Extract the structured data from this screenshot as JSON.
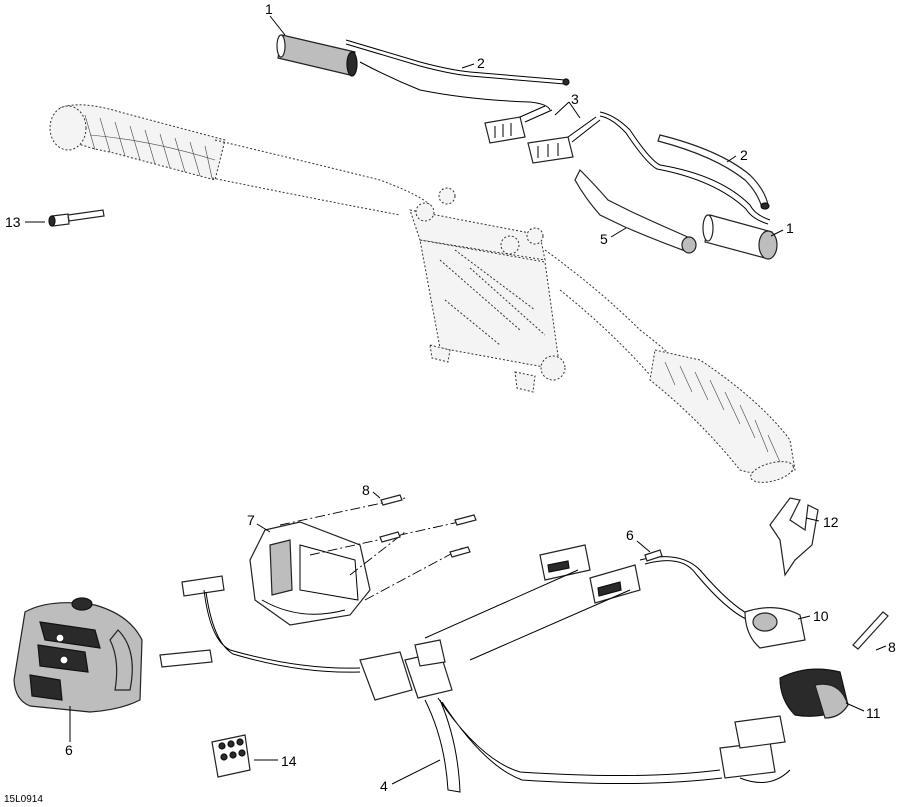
{
  "callouts": {
    "c1_top": "1",
    "c2_top": "2",
    "c3": "3",
    "c2_right": "2",
    "c1_right": "1",
    "c5": "5",
    "c13": "13",
    "c8_top": "8",
    "c7": "7",
    "c6_connector": "6",
    "c12": "12",
    "c10": "10",
    "c8_right": "8",
    "c11": "11",
    "c6_switch": "6",
    "c14": "14",
    "c4": "4"
  },
  "drawing_code": "15L0914"
}
